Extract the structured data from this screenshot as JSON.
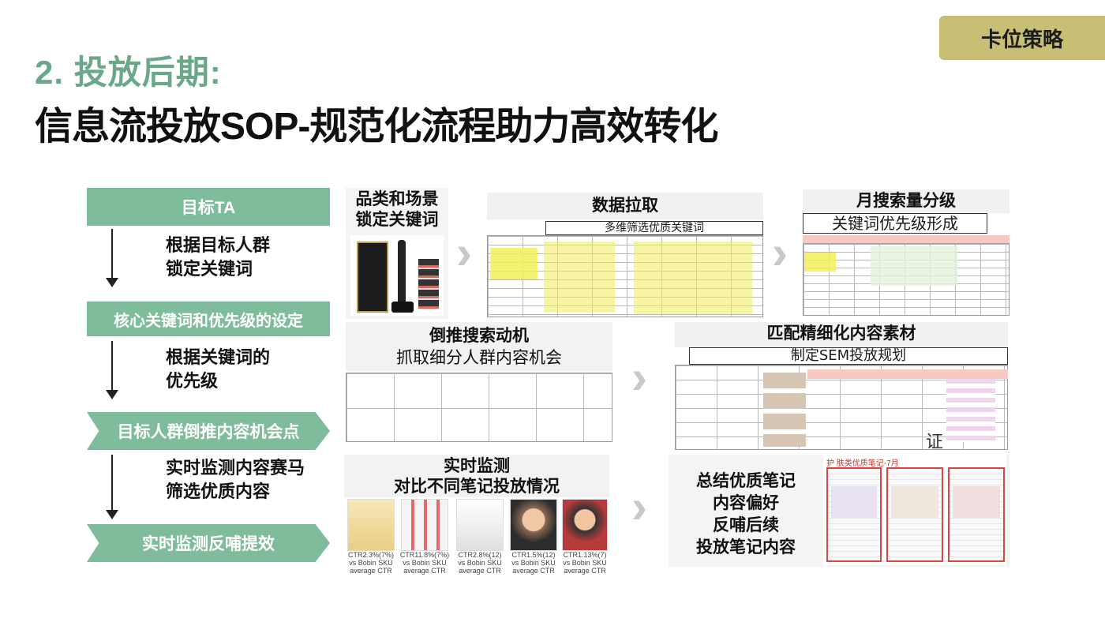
{
  "header": {
    "badge": "卡位策略",
    "subtitle": "2. 投放后期:",
    "title": "信息流投放SOP-规范化流程助力高效转化"
  },
  "flow": {
    "steps": [
      {
        "label": "目标TA"
      },
      {
        "label": "核心关键词和优先级的设定"
      },
      {
        "label": "目标人群倒推内容机会点"
      },
      {
        "label": "实时监测反哺提效"
      }
    ],
    "notes": [
      {
        "line1": "根据目标人群",
        "line2": "锁定关键词"
      },
      {
        "line1": "根据关键词的",
        "line2": "优先级"
      },
      {
        "line1": "实时监测内容赛马",
        "line2": "筛选优质内容"
      }
    ]
  },
  "panels": {
    "category": {
      "line1": "品类和场景",
      "line2": "锁定关键词"
    },
    "data_pull": {
      "title": "数据拉取",
      "box": "多维筛选优质关键词"
    },
    "monthly": {
      "title": "月搜索量分级",
      "box": "关键词优先级形成"
    },
    "reverse": {
      "line1": "倒推搜索动机",
      "line2": "抓取细分人群内容机会"
    },
    "match": {
      "title": "匹配精细化内容素材",
      "box": "制定SEM投放规划",
      "watermark": "证"
    },
    "monitor": {
      "line1": "实时监测",
      "line2": "对比不同笔记投放情况",
      "captions": [
        "CTR2.3%(7%) vs Bobin SKU average CTR",
        "CTR11.8%(7%) vs Bobin SKU average CTR",
        "CTR2.8%(12) vs Bobin SKU average CTR",
        "CTR1.5%(12) vs Bobin SKU average CTR",
        "CTR1.13%(7) vs Bobin SKU average CTR"
      ]
    },
    "summary": {
      "line1": "总结优质笔记",
      "line2": "内容偏好",
      "line3": "反哺后续",
      "line4": "投放笔记内容",
      "doc_header": "护 肤类优质笔记-7月"
    }
  },
  "colors": {
    "step_green": "#7fbc9b",
    "subtitle_green": "#6aa889",
    "badge_gold": "#c8bf74",
    "highlight_yellow": "#f3ef5a"
  }
}
